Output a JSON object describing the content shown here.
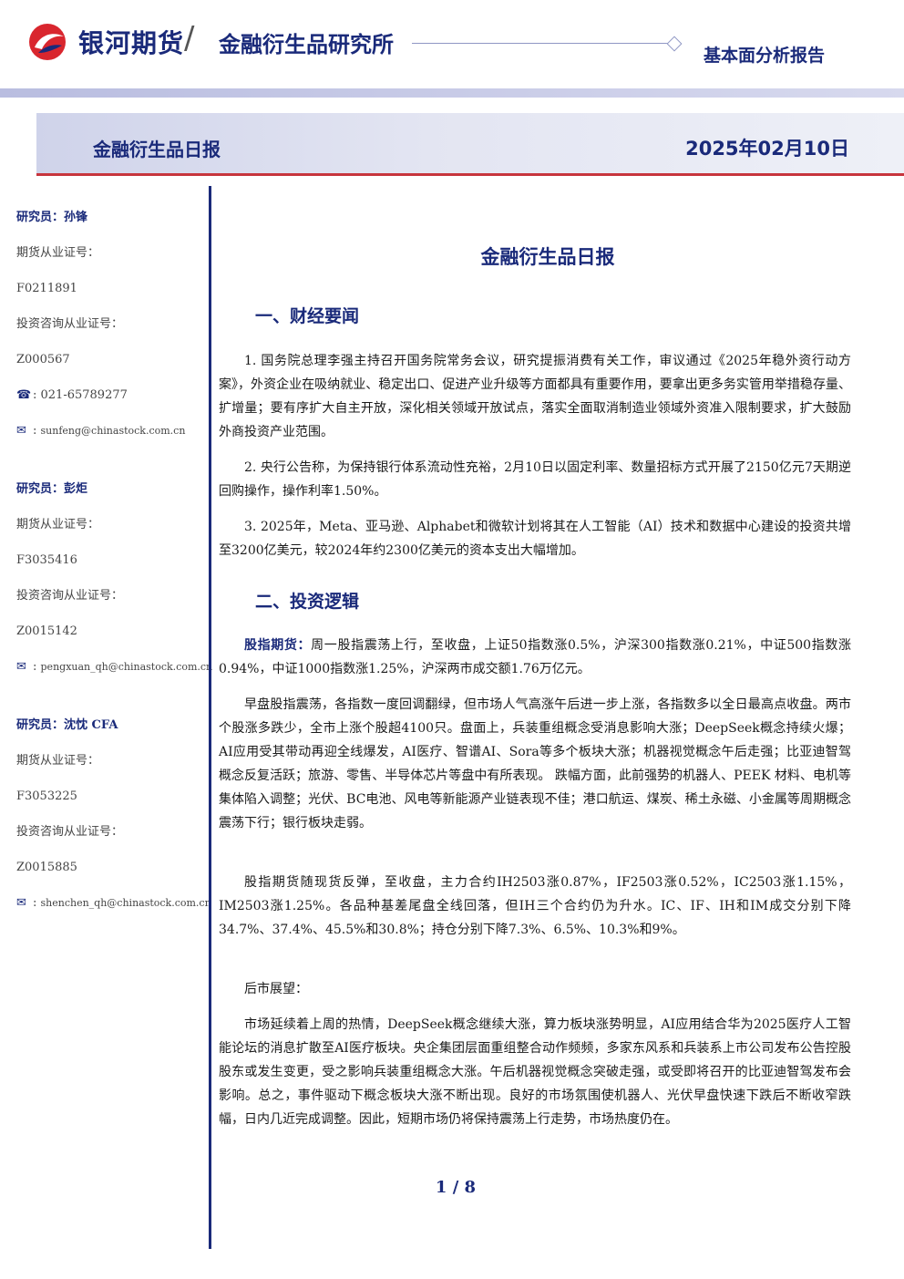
{
  "header": {
    "brand": "银河期货",
    "institute": "金融衍生品研究所",
    "report_type": "基本面分析报告"
  },
  "title_bar": {
    "title": "金融衍生品日报",
    "date": "2025年02月10日"
  },
  "researchers": [
    {
      "name_line": "研究员：孙锋",
      "futures_label": "期货从业证号：",
      "futures_no": "F0211891",
      "invest_label": "投资咨询从业证号：",
      "invest_no": "Z000567",
      "phone": "021-65789277",
      "email": "sunfeng@chinastock.com.cn"
    },
    {
      "name_line": "研究员：彭炬",
      "futures_label": "期货从业证号：",
      "futures_no": "F3035416",
      "invest_label": "投资咨询从业证号：",
      "invest_no": "Z0015142",
      "email": "pengxuan_qh@chinastock.com.cn"
    },
    {
      "name_line": "研究员：沈忱 CFA",
      "futures_label": "期货从业证号：",
      "futures_no": "F3053225",
      "invest_label": "投资咨询从业证号：",
      "invest_no": "Z0015885",
      "email": "shenchen_qh@chinastock.com.cn"
    }
  ],
  "icons": {
    "phone": "phone-icon",
    "email": "email-icon"
  },
  "main": {
    "title": "金融衍生品日报",
    "section1": "一、财经要闻",
    "news": [
      "1. 国务院总理李强主持召开国务院常务会议，研究提振消费有关工作，审议通过《2025年稳外资行动方案》，外资企业在吸纳就业、稳定出口、促进产业升级等方面都具有重要作用，要拿出更多务实管用举措稳存量、扩增量；要有序扩大自主开放，深化相关领域开放试点，落实全面取消制造业领域外资准入限制要求，扩大鼓励外商投资产业范围。",
      "2. 央行公告称，为保持银行体系流动性充裕，2月10日以固定利率、数量招标方式开展了2150亿元7天期逆回购操作，操作利率1.50%。",
      "3. 2025年，Meta、亚马逊、Alphabet和微软计划将其在人工智能（AI）技术和数据中心建设的投资共增至3200亿美元，较2024年约2300亿美元的资本支出大幅增加。"
    ],
    "section2": "二、投资逻辑",
    "stock_label": "股指期货：",
    "stock_para1": "周一股指震荡上行，至收盘，上证50指数涨0.5%，沪深300指数涨0.21%，中证500指数涨0.94%，中证1000指数涨1.25%，沪深两市成交额1.76万亿元。",
    "stock_para2": "早盘股指震荡，各指数一度回调翻绿，但市场人气高涨午后进一步上涨，各指数多以全日最高点收盘。两市个股涨多跌少，全市上涨个股超4100只。盘面上，兵装重组概念受消息影响大涨；DeepSeek概念持续火爆；AI应用受其带动再迎全线爆发，AI医疗、智谱AI、Sora等多个板块大涨；机器视觉概念午后走强；比亚迪智驾概念反复活跃；旅游、零售、半导体芯片等盘中有所表现。 跌幅方面，此前强势的机器人、PEEK 材料、电机等集体陷入调整；光伏、BC电池、风电等新能源产业链表现不佳；港口航运、煤炭、稀土永磁、小金属等周期概念震荡下行；银行板块走弱。",
    "stock_para3": "股指期货随现货反弹，至收盘，主力合约IH2503涨0.87%，IF2503涨0.52%，IC2503涨1.15%，IM2503涨1.25%。各品种基差尾盘全线回落，但IH三个合约仍为升水。IC、IF、IH和IM成交分别下降34.7%、37.4%、45.5%和30.8%；持仓分别下降7.3%、6.5%、10.3%和9%。",
    "outlook_label": "后市展望：",
    "outlook_para": "市场延续着上周的热情，DeepSeek概念继续大涨，算力板块涨势明显，AI应用结合华为2025医疗人工智能论坛的消息扩散至AI医疗板块。央企集团层面重组整合动作频频，多家东风系和兵装系上市公司发布公告控股股东或发生变更，受之影响兵装重组概念大涨。午后机器视觉概念突破走强，或受即将召开的比亚迪智驾发布会影响。总之，事件驱动下概念板块大涨不断出现。良好的市场氛围使机器人、光伏早盘快速下跌后不断收窄跌幅，日内几近完成调整。因此，短期市场仍将保持震荡上行走势，市场热度仍在。"
  },
  "footer": {
    "page": "1 / 8"
  },
  "colors": {
    "navy": "#1a2a7a",
    "red": "#c7353d",
    "band": "#cfd3ea"
  }
}
